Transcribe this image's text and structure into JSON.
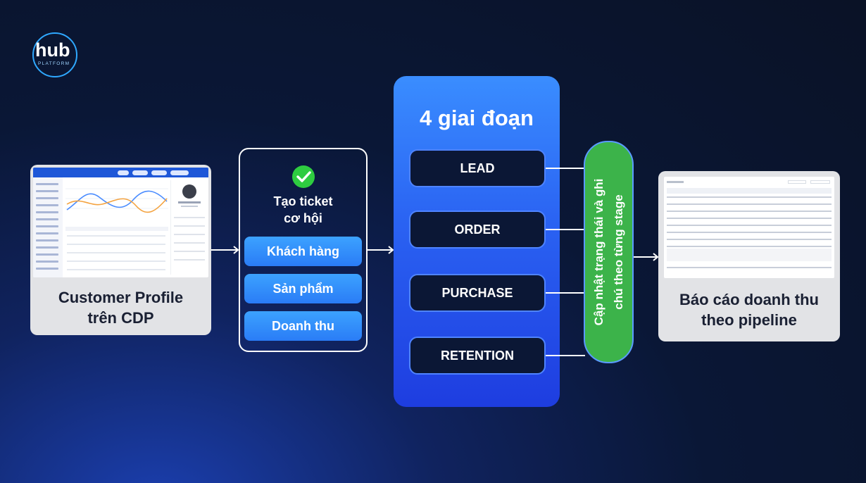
{
  "logo": {
    "main": "hub",
    "sub": "PLATFORM"
  },
  "customer_profile": {
    "title_line1": "Customer Profile",
    "title_line2": "trên CDP"
  },
  "ticket": {
    "title_line1": "Tạo ticket",
    "title_line2": "cơ hội",
    "items": [
      "Khách hàng",
      "Sản phẩm",
      "Doanh thu"
    ]
  },
  "stages": {
    "title": "4 giai đoạn",
    "items": [
      "LEAD",
      "ORDER",
      "PURCHASE",
      "RETENTION"
    ]
  },
  "update_box": {
    "line1": "Cập nhật trạng thái và ghi",
    "line2": "chú theo từng stage"
  },
  "report": {
    "title_line1": "Báo cáo doanh thu",
    "title_line2": "theo pipeline"
  },
  "colors": {
    "stage_panel": "#2a62f2",
    "green": "#3cb34a",
    "check": "#2ecc40",
    "logo_ring": "#2fa8ff"
  },
  "icons": [
    "check-circle-icon",
    "arrow-right-icon"
  ]
}
